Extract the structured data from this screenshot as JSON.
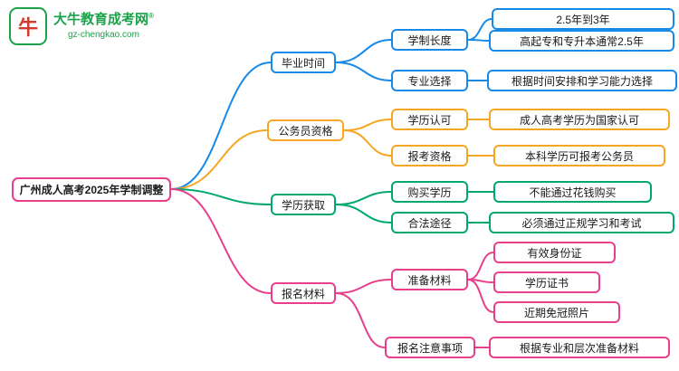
{
  "logo": {
    "title": "大牛教育成考网",
    "registered_mark": "®",
    "url": "gz-chengkao.com",
    "icon": "bull-icon",
    "icon_glyph": "牛",
    "brand_color": "#1aa34a"
  },
  "map": {
    "root": {
      "label": "广州成人高考2025年学制调整",
      "color": "#e83e8c"
    },
    "branches": [
      {
        "label": "毕业时间",
        "color": "#1789e6",
        "children": [
          {
            "label": "学制长度",
            "children": [
              {
                "label": "2.5年到3年"
              },
              {
                "label": "高起专和专升本通常2.5年"
              }
            ]
          },
          {
            "label": "专业选择",
            "children": [
              {
                "label": "根据时间安排和学习能力选择"
              }
            ]
          }
        ]
      },
      {
        "label": "公务员资格",
        "color": "#f5a623",
        "children": [
          {
            "label": "学历认可",
            "children": [
              {
                "label": "成人高考学历为国家认可"
              }
            ]
          },
          {
            "label": "报考资格",
            "children": [
              {
                "label": "本科学历可报考公务员"
              }
            ]
          }
        ]
      },
      {
        "label": "学历获取",
        "color": "#00a86b",
        "children": [
          {
            "label": "购买学历",
            "children": [
              {
                "label": "不能通过花钱购买"
              }
            ]
          },
          {
            "label": "合法途径",
            "children": [
              {
                "label": "必须通过正规学习和考试"
              }
            ]
          }
        ]
      },
      {
        "label": "报名材料",
        "color": "#e83e8c",
        "children": [
          {
            "label": "准备材料",
            "children": [
              {
                "label": "有效身份证"
              },
              {
                "label": "学历证书"
              },
              {
                "label": "近期免冠照片"
              }
            ]
          },
          {
            "label": "报名注意事项",
            "children": [
              {
                "label": "根据专业和层次准备材料"
              }
            ]
          }
        ]
      }
    ]
  }
}
